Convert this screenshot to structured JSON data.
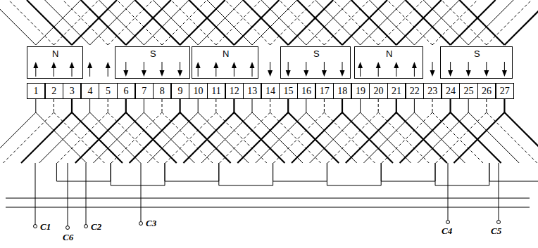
{
  "diagram": {
    "nodes": [
      {
        "text": [
          "N"
        ]
      },
      {
        "text": [
          "S"
        ]
      },
      {
        "text": [
          "N"
        ]
      },
      {
        "text": [
          "S"
        ]
      },
      {
        "text": [
          "N"
        ]
      },
      {
        "text": [
          "S"
        ]
      },
      {
        "text": [
          "1"
        ]
      },
      {
        "text": [
          "2"
        ]
      },
      {
        "text": [
          "3"
        ]
      },
      {
        "text": [
          "4"
        ]
      },
      {
        "text": [
          "5"
        ]
      },
      {
        "text": [
          "6"
        ]
      },
      {
        "text": [
          "7"
        ]
      },
      {
        "text": [
          "8"
        ]
      },
      {
        "text": [
          "9"
        ]
      },
      {
        "text": [
          "10"
        ]
      },
      {
        "text": [
          "11"
        ]
      },
      {
        "text": [
          "12"
        ]
      },
      {
        "text": [
          "13"
        ]
      },
      {
        "text": [
          "14"
        ]
      },
      {
        "text": [
          "15"
        ]
      },
      {
        "text": [
          "16"
        ]
      },
      {
        "text": [
          "17"
        ]
      },
      {
        "text": [
          "18"
        ]
      },
      {
        "text": [
          "19"
        ]
      },
      {
        "text": [
          "20"
        ]
      },
      {
        "text": [
          "21"
        ]
      },
      {
        "text": [
          "22"
        ]
      },
      {
        "text": [
          "23"
        ]
      },
      {
        "text": [
          "24"
        ]
      },
      {
        "text": [
          "25"
        ]
      },
      {
        "text": [
          "26"
        ]
      },
      {
        "text": [
          "27"
        ]
      }
    ],
    "edges": [],
    "labels": [
      "C1",
      "C6",
      "C2",
      "C3",
      "C4",
      "C5"
    ]
  }
}
